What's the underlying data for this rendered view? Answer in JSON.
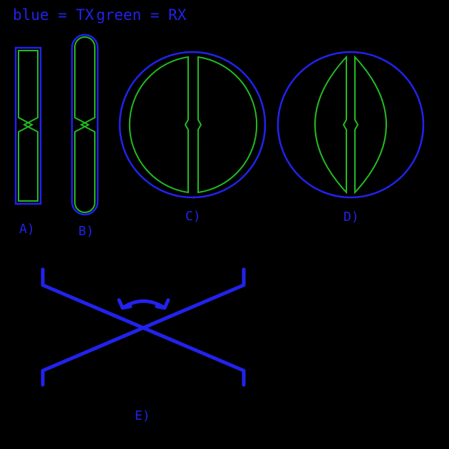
{
  "legend": {
    "blue_text": "blue = TX",
    "green_text": "green = RX"
  },
  "colors": {
    "background": "#000000",
    "tx_blue": "#2222ee",
    "rx_green": "#22bb22"
  },
  "captions": {
    "a": "A)",
    "b": "B)",
    "c": "C)",
    "d": "D)",
    "e": "E)"
  },
  "icons": [
    "crossed-coil-icon",
    "rotation-arrow-icon"
  ]
}
